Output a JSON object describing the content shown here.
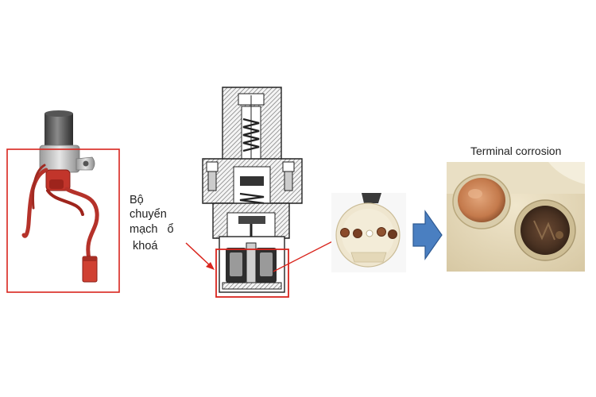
{
  "labels": {
    "switch_line1": "Bộ",
    "switch_line2": "chuyển",
    "switch_line3": "mạch   ổ",
    "switch_line4": "khoá",
    "terminal_corrosion": "Terminal corrosion"
  },
  "colors": {
    "highlight_box": "#d9251d",
    "arrow_fill": "#4a7fc1",
    "arrow_stroke": "#2e5a93",
    "wire": "#b5322a",
    "plastic": "#efe6cf",
    "copper": "#c47a4c",
    "corroded": "#4a3222"
  },
  "icons": {
    "flow_arrow": "right-arrow-icon"
  }
}
